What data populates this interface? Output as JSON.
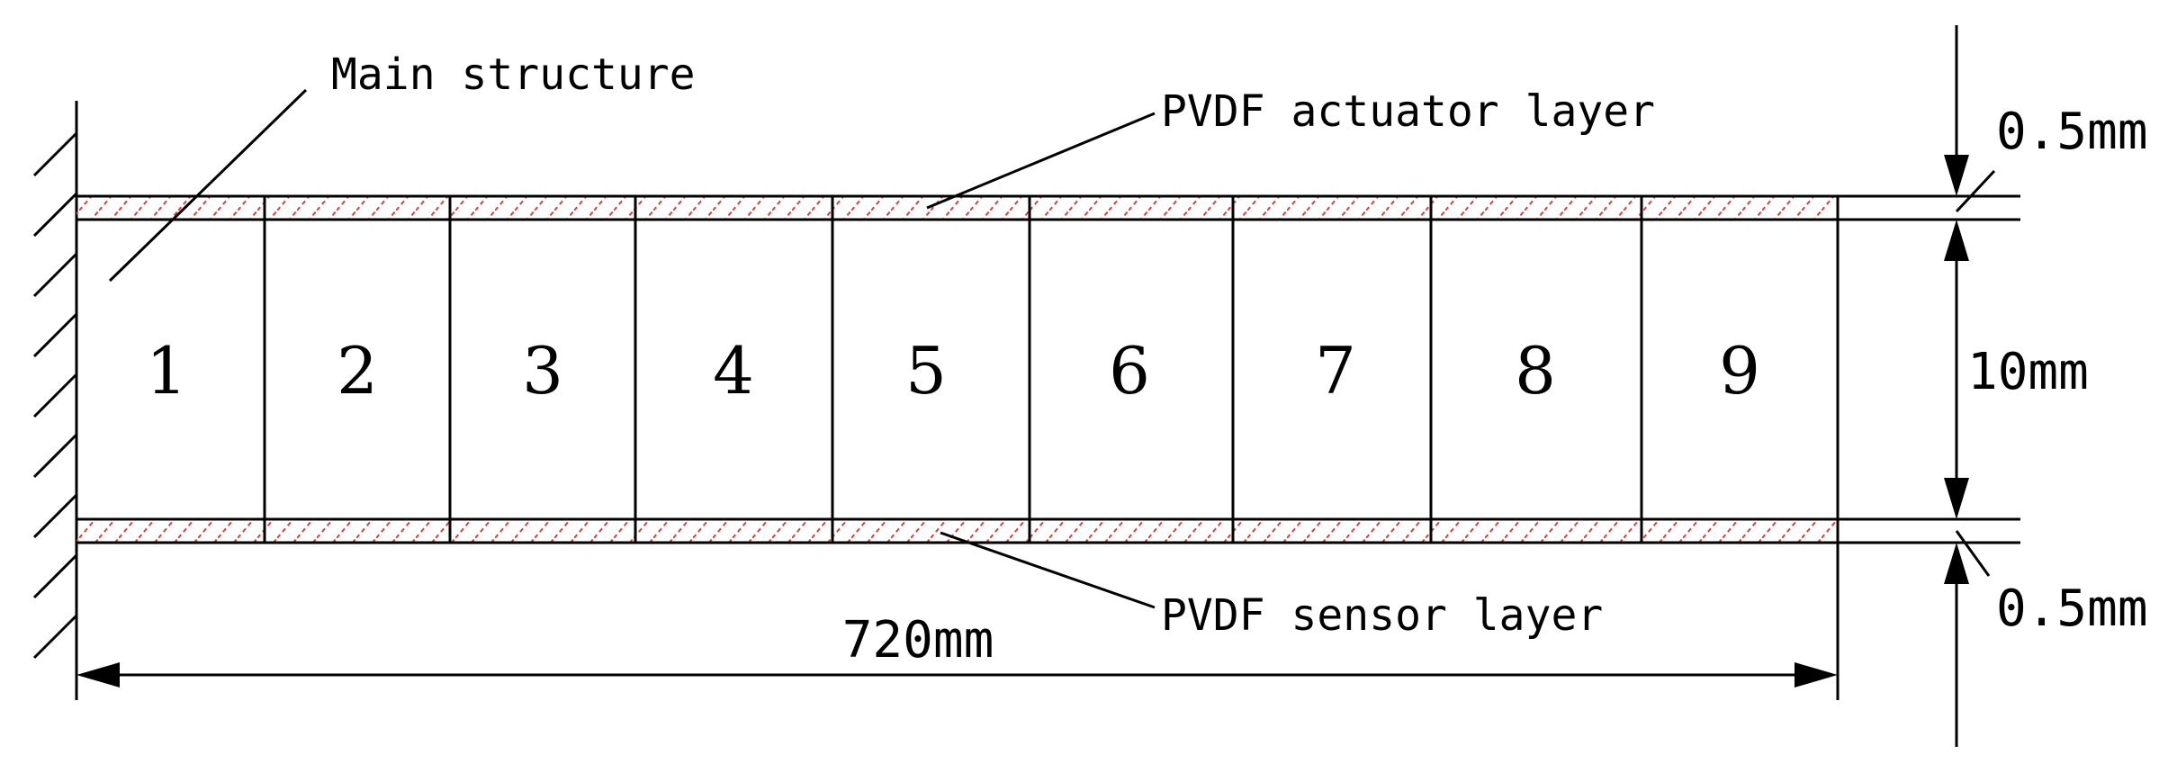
{
  "labels": {
    "main_structure": "Main structure",
    "actuator_layer": "PVDF actuator layer",
    "sensor_layer": "PVDF sensor layer"
  },
  "dimensions": {
    "length": "720mm",
    "core_thickness": "10mm",
    "top_layer_thickness": "0.5mm",
    "bottom_layer_thickness": "0.5mm"
  },
  "segments": [
    "1",
    "2",
    "3",
    "4",
    "5",
    "6",
    "7",
    "8",
    "9"
  ],
  "colors": {
    "hatch": "#d94040",
    "line": "#000000"
  }
}
